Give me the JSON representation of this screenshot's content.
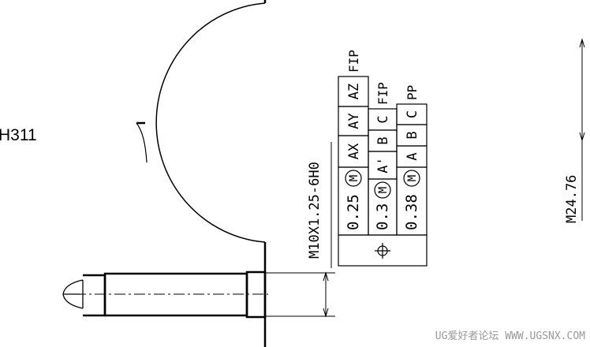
{
  "drawing": {
    "part_label": "H311",
    "thread_spec": "M10X1.25-6H0",
    "dimension": "M24.76",
    "fcf": {
      "position_symbol": "⌖",
      "columns": [
        {
          "tolerance": "0.25",
          "modifier": "M",
          "datums": [
            "AX",
            "AY",
            "AZ"
          ],
          "type": "FIP"
        },
        {
          "tolerance": "0.3",
          "modifier": "M",
          "datums": [
            "A'",
            "B",
            "C"
          ],
          "type": "FIP"
        },
        {
          "tolerance": "0.38",
          "modifier": "M",
          "datums": [
            "A",
            "B",
            "C"
          ],
          "type": "PP"
        }
      ]
    }
  },
  "watermark": "UG爱好者论坛 WWW.UGSNX.COM"
}
